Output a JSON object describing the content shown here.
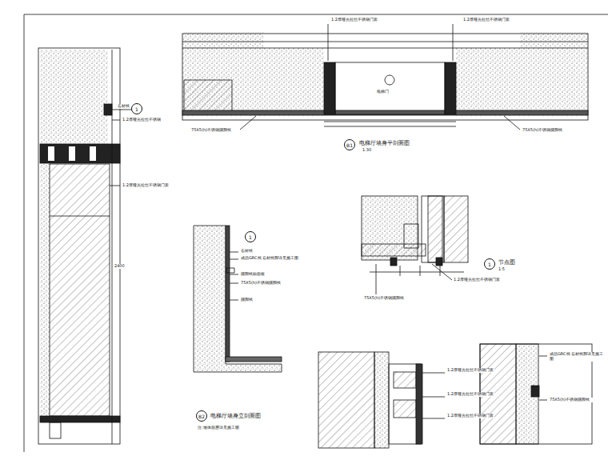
{
  "diagram": {
    "nodes": [
      {
        "text": [
          "B1"
        ]
      },
      {
        "text": [
          "B2"
        ]
      },
      {
        "text": [
          "1"
        ]
      },
      {
        "text": [
          "1"
        ]
      },
      {
        "text": [
          "1"
        ]
      }
    ],
    "labels": [
      "1.2厚哑光拉丝不锈钢门套",
      "1.2厚哑光拉丝不锈钢门套",
      "75X5(h)不锈钢踢脚线",
      "75X5(h)不锈钢踢脚线",
      "电梯门",
      "电梯厅墙身平剖面图",
      "1:30",
      "石材线",
      "1.2厚哑光拉丝不锈钢",
      "1.2厚哑光拉丝不锈钢门套",
      "2400",
      "石材线",
      "成品GRC线 石材线脚详见施工图",
      "踢脚线贴面板",
      "75X5(h)不锈钢踢脚线",
      "踢脚线",
      "电梯厅墙身立剖面图",
      "注:墙体面层详见施工图",
      "1.2厚哑光拉丝不锈钢门套",
      "75X5(h)不锈钢踢脚线",
      "节点图",
      "1:5",
      "1.2厚哑光拉丝不锈钢门套",
      "1.2厚哑光拉丝不锈钢门套",
      "1.2厚哑光拉丝不锈钢门套",
      "成品GRC线 石材线脚详见施工图",
      "75X5(h)不锈钢踢脚线"
    ]
  }
}
